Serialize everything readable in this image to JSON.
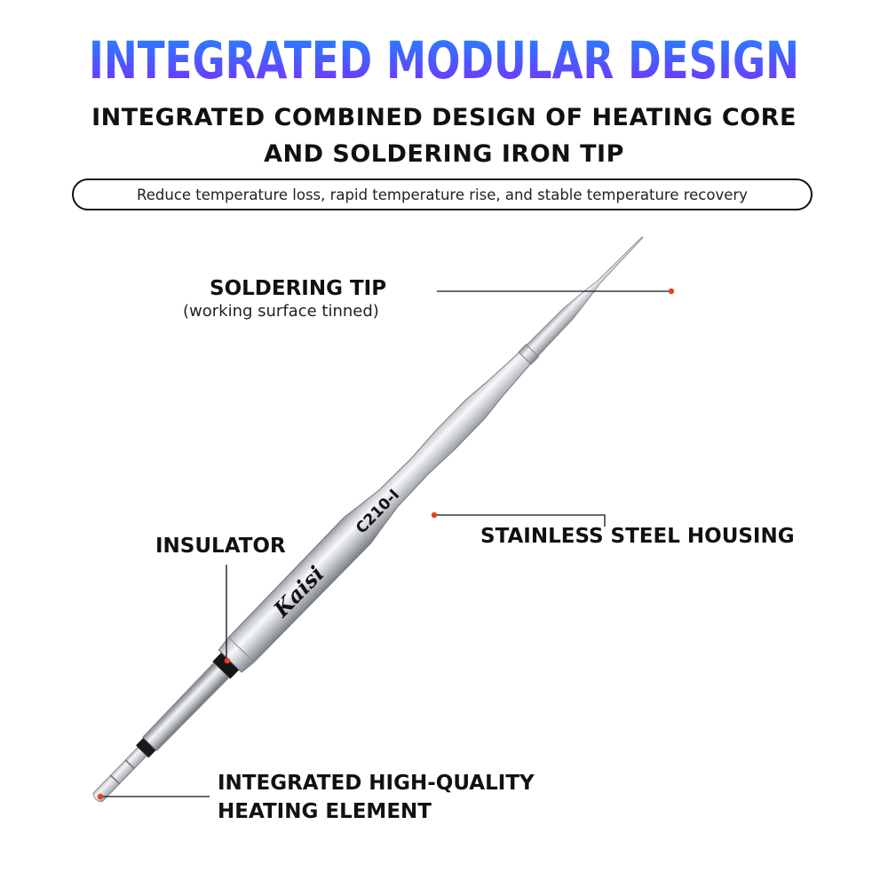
{
  "header": {
    "title": "INTEGRATED MODULAR DESIGN",
    "subtitle_line_1": "INTEGRATED COMBINED DESIGN OF HEATING CORE",
    "subtitle_line_2": "AND SOLDERING IRON TIP",
    "tagline": "Reduce temperature loss, rapid temperature rise, and stable temperature recovery"
  },
  "product": {
    "brand": "Kaisi",
    "model": "C210-I"
  },
  "callouts": {
    "soldering_tip": {
      "label": "SOLDERING TIP",
      "note": "(working surface tinned)"
    },
    "insulator": {
      "label": "INSULATOR"
    },
    "housing": {
      "label": "STAINLESS STEEL HOUSING"
    },
    "heating_element": {
      "line_1": "INTEGRATED HIGH-QUALITY",
      "line_2": "HEATING ELEMENT"
    }
  },
  "colors": {
    "title_gradient_top": "#1e88ff",
    "title_gradient_bottom": "#7a2cff",
    "marker_dot": "#e8401c",
    "text": "#111111"
  }
}
